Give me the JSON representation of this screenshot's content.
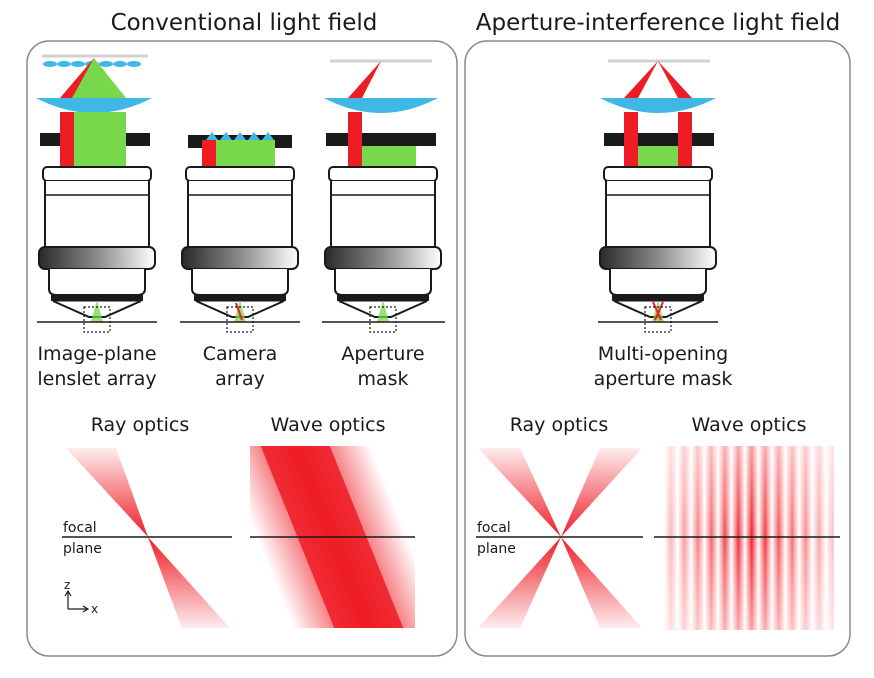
{
  "titles": {
    "left": "Conventional light field",
    "right": "Aperture-interference light field"
  },
  "configs": [
    {
      "line1": "Image-plane",
      "line2": "lenslet array"
    },
    {
      "line1": "Camera",
      "line2": "array"
    },
    {
      "line1": "Aperture",
      "line2": "mask"
    },
    {
      "line1": "Multi-opening",
      "line2": "aperture mask"
    }
  ],
  "panels": {
    "ray_optics": "Ray optics",
    "wave_optics": "Wave optics"
  },
  "focal_plane": {
    "line1": "focal",
    "line2": "plane"
  },
  "axes": {
    "z": "z",
    "x": "x"
  },
  "colors": {
    "red": "#ee1c25",
    "green": "#76d84a",
    "blue": "#3fb8e6",
    "black": "#1a1a1a",
    "frame": "#808080"
  }
}
